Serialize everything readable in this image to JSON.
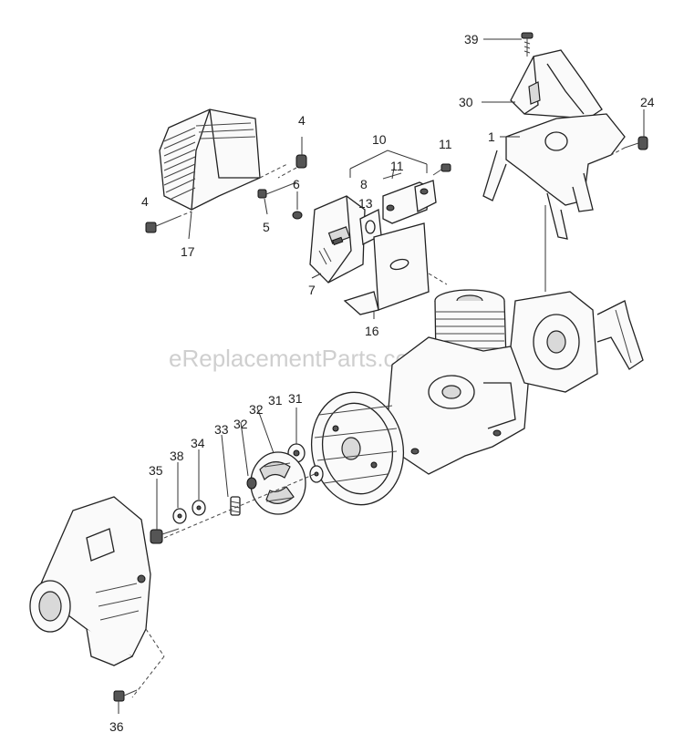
{
  "watermark": "eReplacementParts.com",
  "callouts": [
    "39",
    "30",
    "24",
    "1",
    "4",
    "10",
    "11",
    "11",
    "8",
    "13",
    "6",
    "5",
    "4",
    "17",
    "7",
    "16",
    "31",
    "32",
    "31",
    "32",
    "33",
    "34",
    "38",
    "35",
    "36"
  ]
}
